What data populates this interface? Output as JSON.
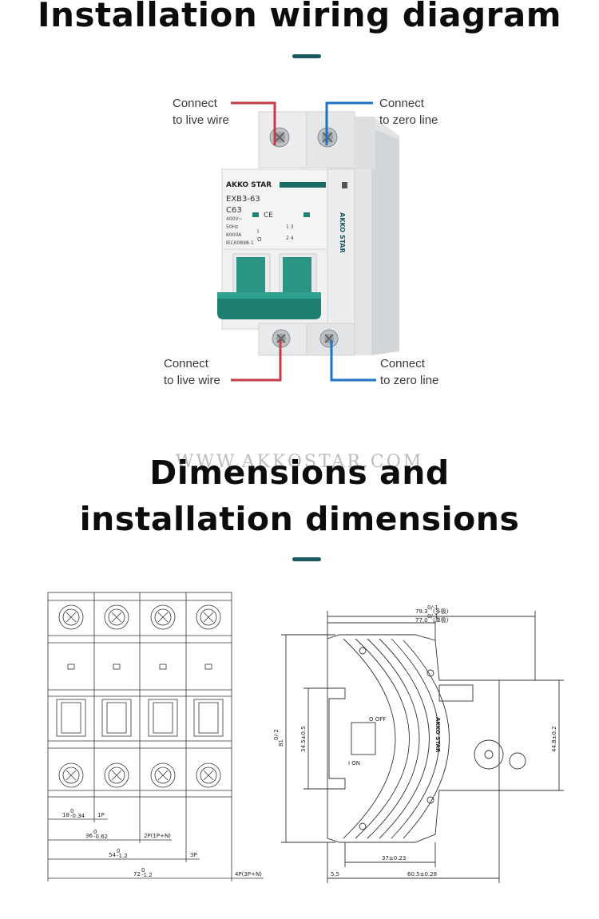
{
  "header": {
    "title": "Installation wiring diagram"
  },
  "wiring": {
    "brand": "AKKO STAR",
    "side_brand": "AKKO STAR",
    "model": "EXB3-63",
    "rating": "C63",
    "specs": [
      "400V~",
      "50Hz",
      "6000A",
      "IEC60898-1"
    ],
    "on_off": [
      "I",
      "O"
    ],
    "ce_mark": "CE",
    "terminal_marks": [
      "1 3",
      "2 4"
    ],
    "labels": {
      "top_left": [
        "Connect",
        "to live wire"
      ],
      "top_right": [
        "Connect",
        "to zero line"
      ],
      "bottom_left": [
        "Connect",
        "to live wire"
      ],
      "bottom_right": [
        "Connect",
        "to zero line"
      ]
    },
    "colors": {
      "live": "#c33b45",
      "zero": "#1b73c4",
      "handle": "#1e8274",
      "accent": "#1c5863"
    }
  },
  "section2": {
    "watermark": "WWW.AKKOSTAR.COM",
    "title_line1": "Dimensions and",
    "title_line2": "installation dimensions"
  },
  "front_dims": {
    "d1": "18",
    "d1_tol_top": "0",
    "d1_tol_bot": "-0.34",
    "p1": "1P",
    "d2": "36",
    "d2_tol_top": "0",
    "d2_tol_bot": "-0.62",
    "p2": "2P(1P+N)",
    "d3": "54",
    "d3_tol_top": "0",
    "d3_tol_bot": "-1.2",
    "p3": "3P",
    "d4": "72",
    "d4_tol_top": "0",
    "d4_tol_bot": "-1.2",
    "p4": "4P(3P+N)"
  },
  "side_dims": {
    "top1": "79.3",
    "top1_tol": "0/-1",
    "top1_note": "(多极)",
    "top2": "77.0",
    "top2_tol": "0/-1",
    "top2_note": "(单极)",
    "height": "81",
    "height_tol": "0/-2",
    "rail": "34.5±0.5",
    "right": "44.8±0.2",
    "bottom1": "37±0.23",
    "bottom_left": "5.5",
    "bottom2": "60.5±0.28",
    "brand": "AKKO STAR",
    "switch_on": "I ON",
    "switch_off": "O OFF"
  }
}
